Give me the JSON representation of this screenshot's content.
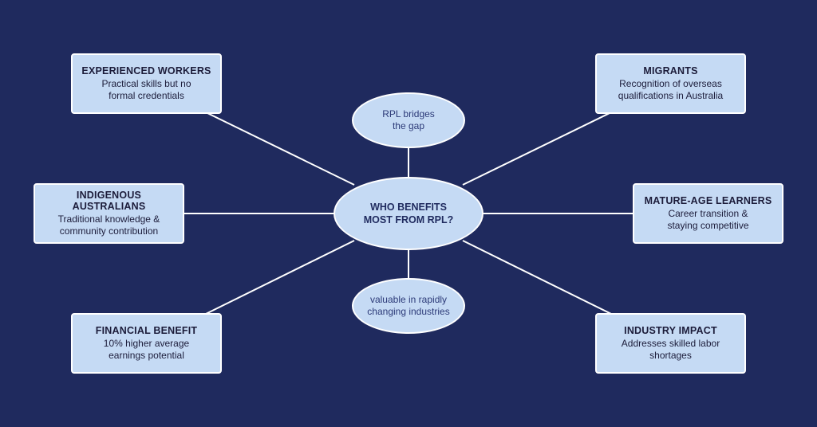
{
  "center": {
    "label": "WHO BENEFITS\nMOST FROM RPL?"
  },
  "sub_nodes": {
    "top": "RPL bridges\nthe gap",
    "bottom": "valuable in rapidly\nchanging industries"
  },
  "nodes": {
    "experienced_workers": {
      "title": "EXPERIENCED WORKERS",
      "desc": "Practical skills but no\nformal credentials"
    },
    "indigenous": {
      "title": "INDIGENOUS AUSTRALIANS",
      "desc": "Traditional knowledge &\ncommunity contribution"
    },
    "financial": {
      "title": "FINANCIAL BENEFIT",
      "desc": "10% higher average\nearnings potential"
    },
    "migrants": {
      "title": "MIGRANTS",
      "desc": "Recognition of overseas\nqualifications in Australia"
    },
    "mature_age": {
      "title": "MATURE-AGE LEARNERS",
      "desc": "Career transition &\nstaying competitive"
    },
    "industry": {
      "title": "INDUSTRY IMPACT",
      "desc": "Addresses skilled labor\nshortages"
    }
  },
  "colors": {
    "background": "#1f2a5e",
    "node_fill": "#c5daf4",
    "border": "#ffffff",
    "connector": "#ffffff"
  }
}
